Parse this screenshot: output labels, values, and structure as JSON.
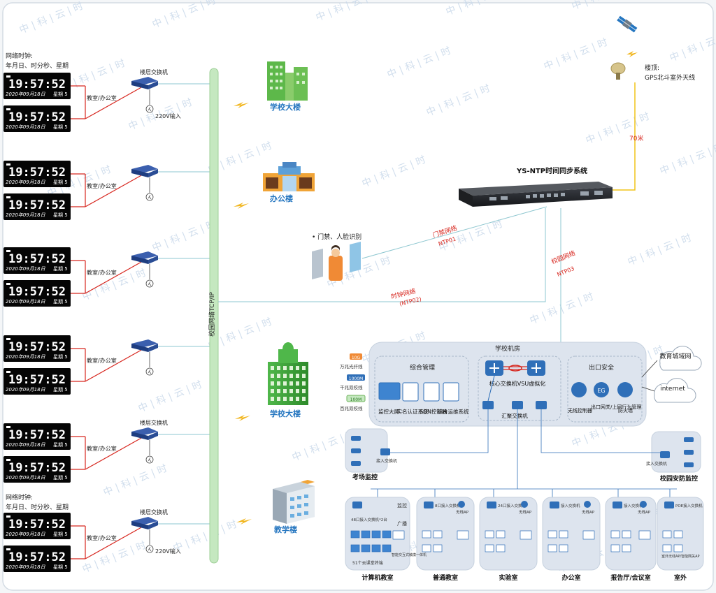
{
  "header": {
    "clock_desc_top": [
      "网络时钟:",
      "年月日、时分秒、星期"
    ],
    "clock_desc_bottom": [
      "网络时钟:",
      "年月日、时分秒、星期"
    ]
  },
  "clock": {
    "time": "19:57:52",
    "date_a": "2020年09月18日",
    "date_b": "2020年09月18日",
    "week": "星期 5"
  },
  "floors": {
    "switch_label": "楼层交换机",
    "room_label": "教室/办公室",
    "power_label": "220V输入"
  },
  "backbone": {
    "label": "校园网络TCP/IP"
  },
  "buildings": {
    "school_1": "学校大楼",
    "office": "办公楼",
    "school_2": "学校大楼",
    "teaching": "教学楼"
  },
  "gps": {
    "label_1": "楼顶:",
    "label_2": "GPS北斗室外天线",
    "cable": "70米"
  },
  "ntp": {
    "title": "YS-NTP时间同步系统",
    "access_label": "• 门禁、人脸识别",
    "link_access_1": "门禁网络",
    "link_access_2": "NTP01",
    "link_clock_1": "时钟网络",
    "link_clock_2": "(NTP02)",
    "link_campus_1": "校园网络",
    "link_campus_2": "NTP03"
  },
  "datacenter": {
    "title": "学校机房",
    "mgmt_title": "综合管理",
    "mgmt_items": [
      "监控大屏",
      "实名认证系统",
      "SDN控制器",
      "综合运维系统"
    ],
    "core": "核心交换机VSU虚拟化",
    "agg": "汇聚交换机",
    "security_title": "出口安全",
    "security_items": [
      "无线控制器",
      "出口网关/上网行为管理",
      "防火墙"
    ],
    "cloud_edu": "教育城域网",
    "cloud_internet": "internet",
    "legend": [
      {
        "tag": "10G",
        "label": "万兆光纤线"
      },
      {
        "tag": "1000M",
        "label": "千兆双绞线"
      },
      {
        "tag": "100M",
        "label": "百兆双绞线"
      }
    ]
  },
  "zones": {
    "exam": "考场监控",
    "exam_switch": "接入交换机",
    "security": "校园安防监控",
    "security_switch": "接入交换机",
    "computer": "计算机教室",
    "computer_switch": "48口接入交换机*2台",
    "computer_monitor": "监控",
    "computer_broadcast": "广播",
    "computer_terminal": "51个云课堂终端",
    "computer_board": "智能交互式触摸一体机",
    "normal": "普通教室",
    "normal_switch": "8口接入交换机",
    "lab": "实验室",
    "lab_switch": "24口接入交换机",
    "office": "办公室",
    "office_switch": "接入交换机",
    "report": "报告厅/会议室",
    "report_switch": "接入交换机",
    "outdoor": "室外",
    "outdoor_switch": "POE接入交换机",
    "wireless": "无线AP",
    "outdoor_ap": "室外无线AP/智能网关AP"
  },
  "watermark": "中 | 科 | 云 | 时",
  "colors": {
    "red_line": "#d7261e",
    "blue_line": "#8ec7d0",
    "green_bar": "#c5e8c0",
    "yellow_cable": "#f0c419",
    "accent_blue": "#2576c0",
    "panel": "#dde4ee"
  }
}
